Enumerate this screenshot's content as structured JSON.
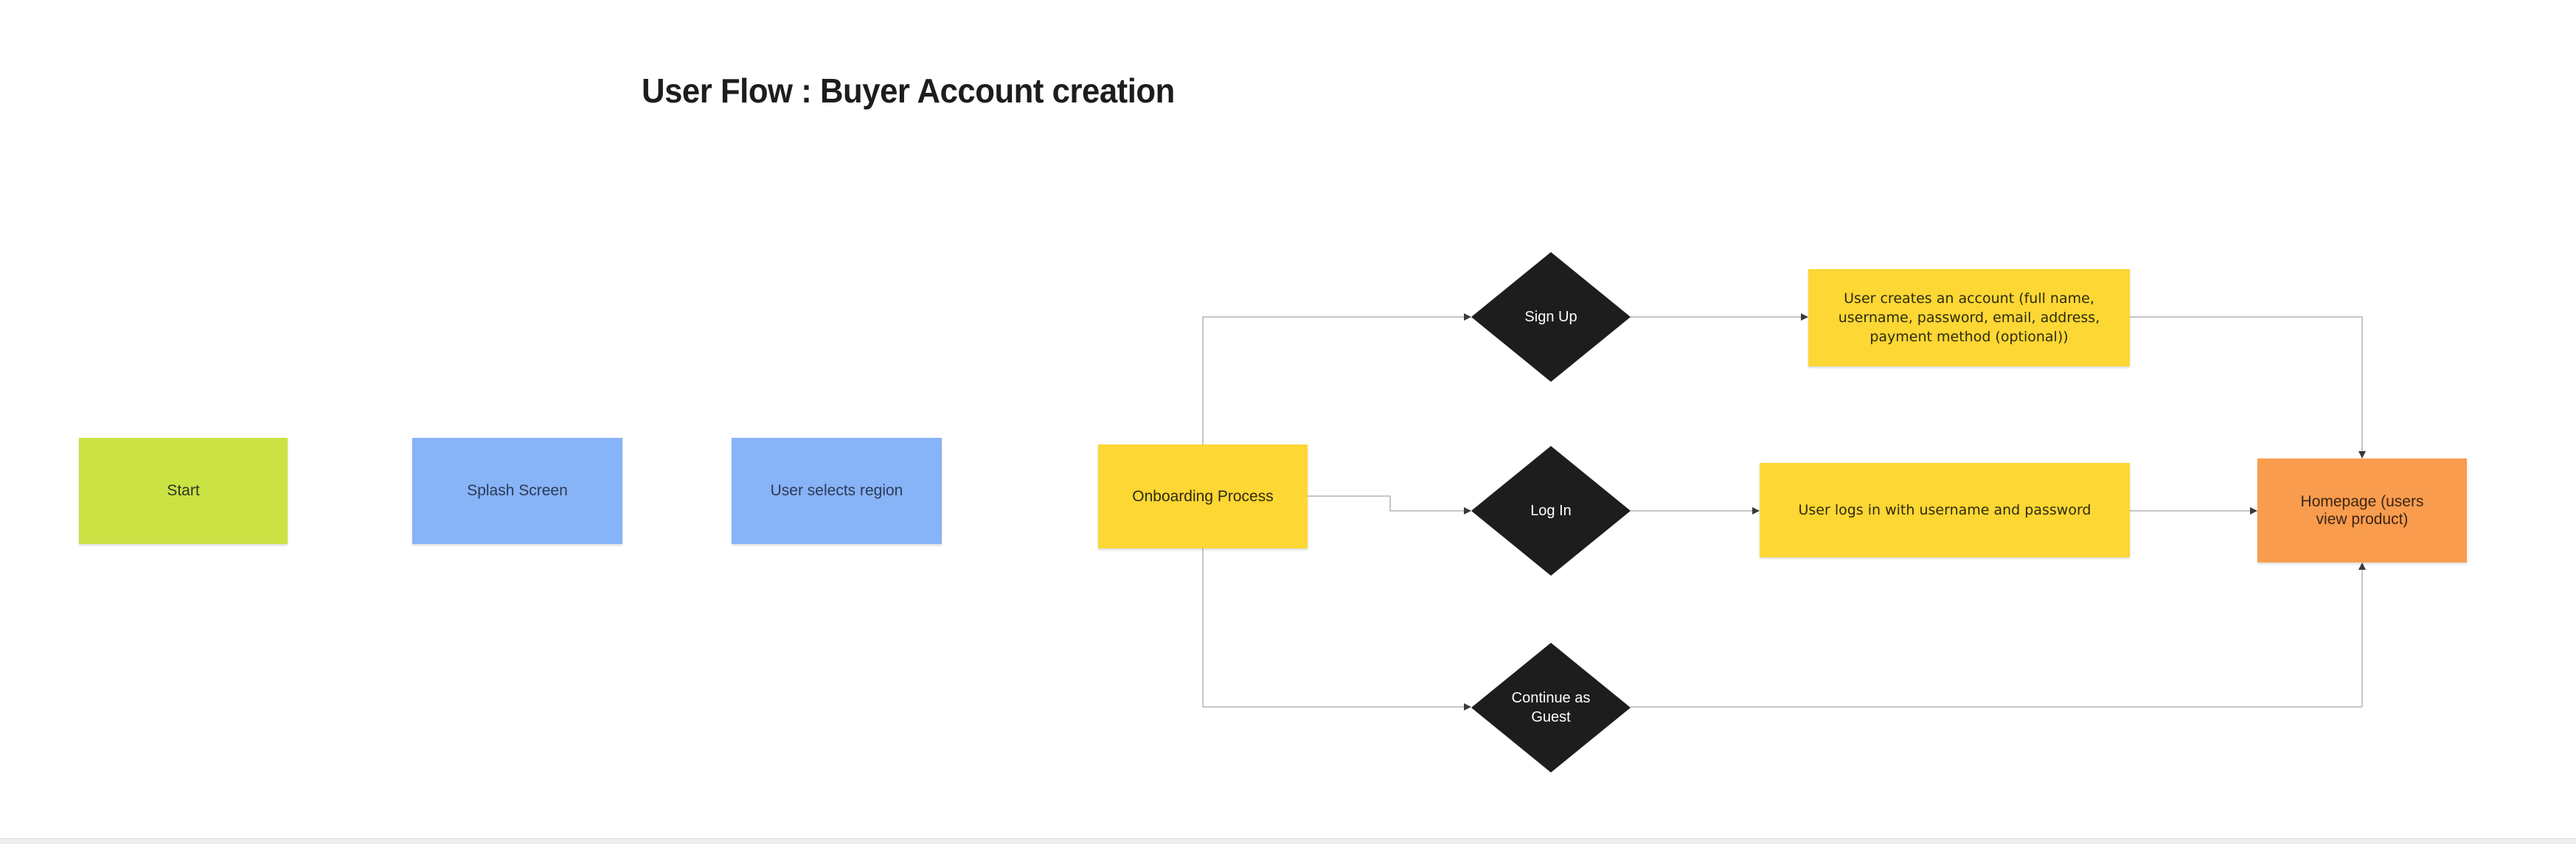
{
  "title": "User Flow : Buyer Account creation",
  "palette": {
    "lime": "#cbe244",
    "blue": "#87b3f7",
    "yellow": "#fdd733",
    "orange": "#f99c4e",
    "decision_fill": "#1d1d1d",
    "decision_text": "#ffffff",
    "connector": "#c6c6c6",
    "background": "#ffffff",
    "footer_strip": "#efefef"
  },
  "nodes": {
    "start": {
      "label": "Start",
      "shape": "rectangle",
      "color": "lime"
    },
    "splash": {
      "label": "Splash Screen",
      "shape": "rectangle",
      "color": "blue"
    },
    "region": {
      "label": "User selects region",
      "shape": "rectangle",
      "color": "blue"
    },
    "onboarding": {
      "label": "Onboarding Process",
      "shape": "rectangle",
      "color": "yellow"
    },
    "signup": {
      "label": "Sign Up",
      "shape": "diamond",
      "color": "decision_fill"
    },
    "login": {
      "label": "Log In",
      "shape": "diamond",
      "color": "decision_fill"
    },
    "guest": {
      "label": "Continue as Guest",
      "shape": "diamond",
      "color": "decision_fill"
    },
    "create_account": {
      "label": "User creates an account (full name, username, password, email, address, payment method (optional))",
      "shape": "rectangle",
      "color": "yellow"
    },
    "login_detail": {
      "label": "User logs in with username and password",
      "shape": "rectangle",
      "color": "yellow"
    },
    "homepage": {
      "label": "Homepage (users view product)",
      "shape": "rectangle",
      "color": "orange"
    }
  },
  "edges": [
    {
      "from": "onboarding",
      "to": "signup"
    },
    {
      "from": "onboarding",
      "to": "login"
    },
    {
      "from": "onboarding",
      "to": "guest"
    },
    {
      "from": "signup",
      "to": "create_account"
    },
    {
      "from": "login",
      "to": "login_detail"
    },
    {
      "from": "create_account",
      "to": "homepage"
    },
    {
      "from": "login_detail",
      "to": "homepage"
    },
    {
      "from": "guest",
      "to": "homepage"
    }
  ]
}
